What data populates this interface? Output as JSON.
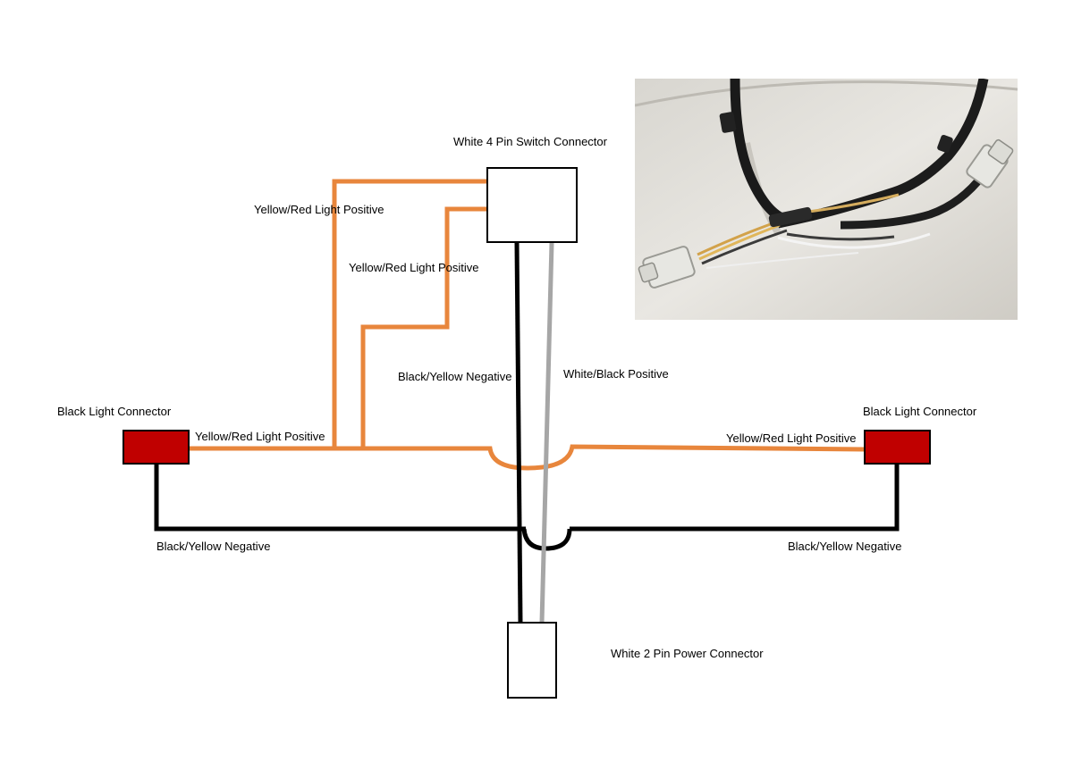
{
  "colors": {
    "background": "#ffffff",
    "positive_wire": "#e8863c",
    "negative_wire": "#000000",
    "white_wire": "#a6a6a6",
    "light_connector_fill": "#c00000",
    "connector_fill": "#ffffff",
    "connector_stroke": "#000000"
  },
  "components": {
    "switch_connector": "White 4 Pin Switch Connector",
    "left_light_connector": "Black Light Connector",
    "right_light_connector": "Black Light Connector",
    "power_connector": "White 2 Pin Power Connector"
  },
  "wire_labels": {
    "top_positive": "Yellow/Red Light Positive",
    "middle_positive": "Yellow/Red Light Positive",
    "left_positive": "Yellow/Red Light Positive",
    "right_positive": "Yellow/Red Light Positive",
    "center_negative": "Black/Yellow Negative",
    "white_positive": "White/Black Positive",
    "left_negative": "Black/Yellow Negative",
    "right_negative": "Black/Yellow Negative"
  },
  "photo": {
    "subject": "wiring-harness-photo"
  }
}
